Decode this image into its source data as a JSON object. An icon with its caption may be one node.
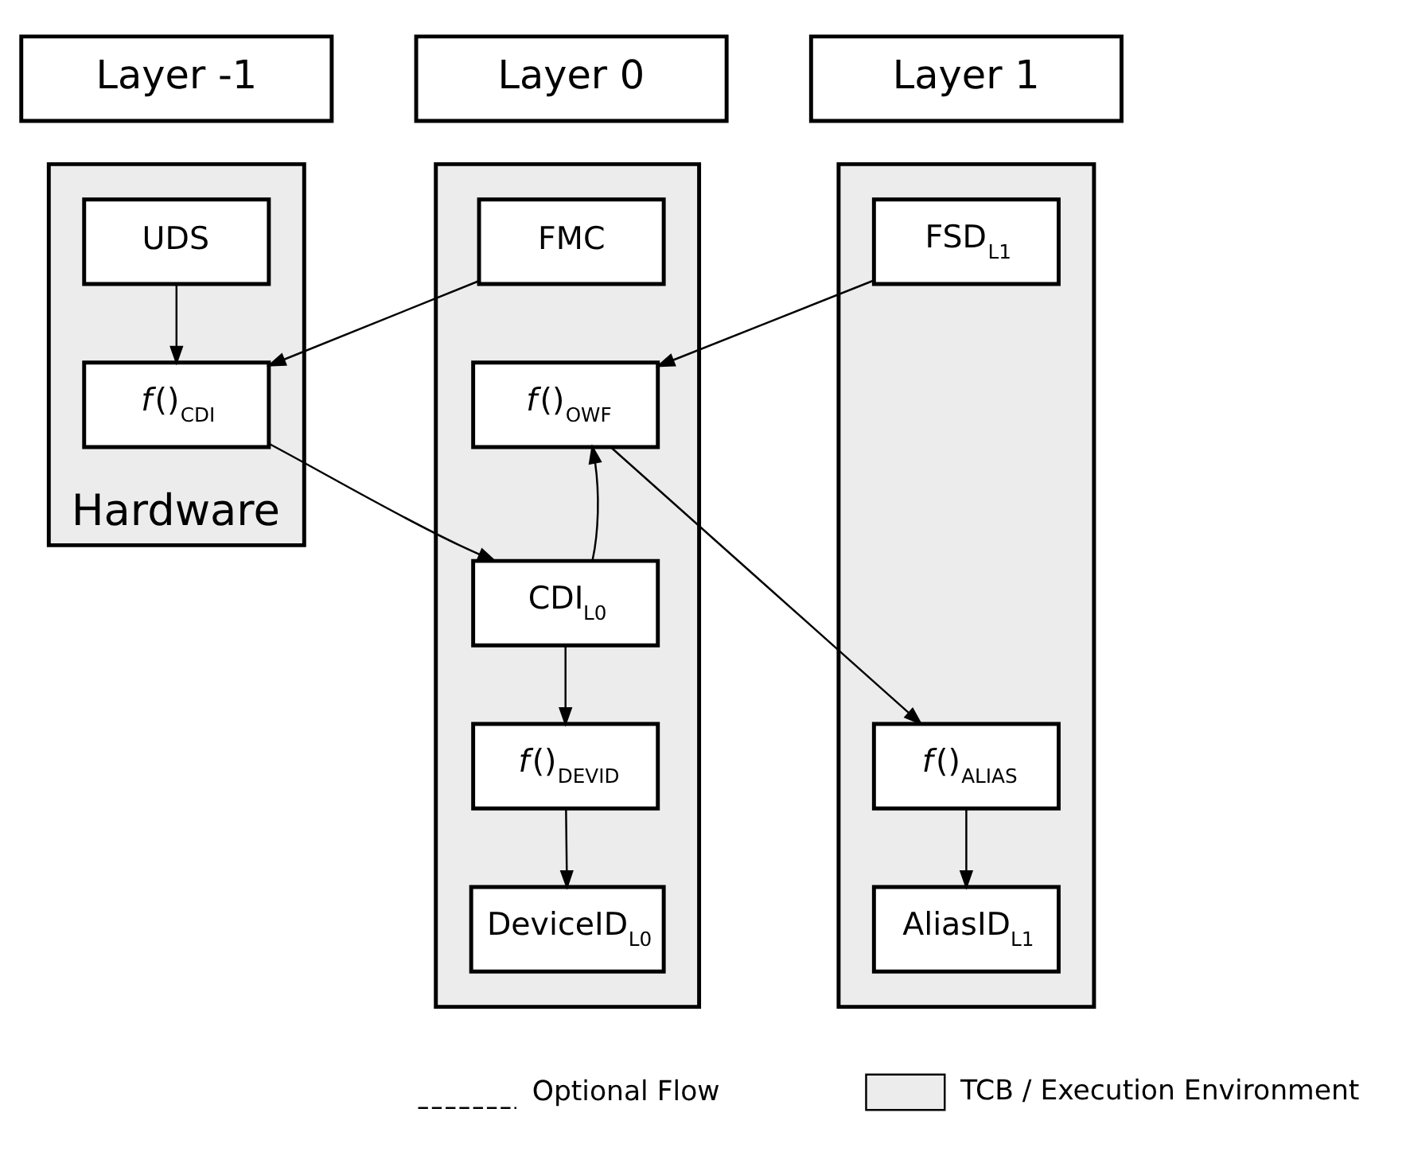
{
  "diagram": {
    "nodes": [
      {
        "text": [
          "Layer -1"
        ]
      },
      {
        "text": [
          "Layer 0"
        ]
      },
      {
        "text": [
          "Layer 1"
        ]
      },
      {
        "text": [
          "Hardware"
        ]
      },
      {
        "text": [
          "UDS"
        ],
        "in": 3
      },
      {
        "text": [
          "*f*()$_{CDI}$"
        ],
        "in": 3
      },
      {
        "text": [],
        "shape": "box"
      },
      {
        "text": [
          "FMC"
        ],
        "in": 6
      },
      {
        "text": [
          "*f*()$_{OWF}$"
        ],
        "in": 6
      },
      {
        "text": [
          "CDI$_{L0}$"
        ],
        "in": 6
      },
      {
        "text": [
          "*f*()$_{DEVID}$"
        ],
        "in": 6
      },
      {
        "text": [
          "DeviceID$_{L0}$"
        ],
        "in": 6
      },
      {
        "text": [],
        "shape": "box"
      },
      {
        "text": [
          "FSD$_{L1}$"
        ],
        "in": 12
      },
      {
        "text": [
          "*f*()$_{ALIAS}$"
        ],
        "in": 12
      },
      {
        "text": [
          "AliasID$_{L1}$"
        ],
        "in": 12
      }
    ],
    "edges": [
      {
        "from": 4,
        "to": 5,
        "arrow": "to"
      },
      {
        "from": 7,
        "to": 5,
        "arrow": "to"
      },
      {
        "from": 13,
        "to": 8,
        "arrow": "to"
      },
      {
        "from": 5,
        "to": 9,
        "arrow": "to"
      },
      {
        "from": 9,
        "to": 8,
        "arrow": "to"
      },
      {
        "from": 8,
        "to": 14,
        "arrow": "to"
      },
      {
        "from": 9,
        "to": 10,
        "arrow": "to"
      },
      {
        "from": 10,
        "to": 11,
        "arrow": "to"
      },
      {
        "from": 14,
        "to": 15,
        "arrow": "to"
      }
    ],
    "legend": [
      {
        "text": "Optional Flow"
      },
      {
        "text": "TCB / Execution Environment"
      }
    ]
  }
}
